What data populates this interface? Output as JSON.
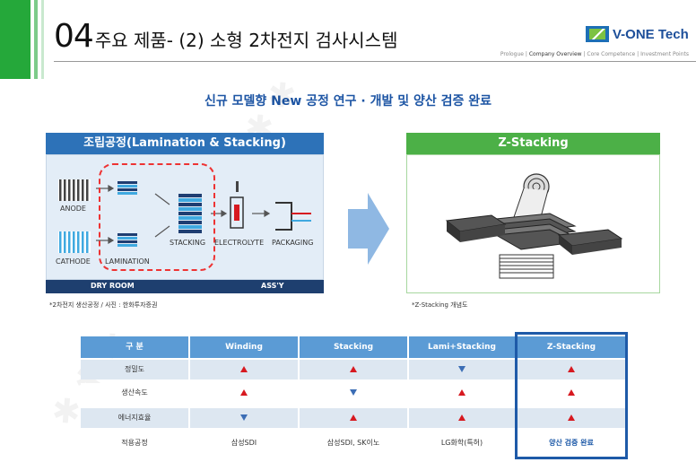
{
  "header": {
    "number": "04",
    "title": "주요 제품- (2) 소형 2차전지 검사시스템",
    "logo_text": "V-ONE Tech",
    "nav": [
      "Prologue",
      "Company Overview",
      "Core Competence",
      "Investment Points"
    ],
    "nav_active": "Company Overview",
    "brand_color": "#25a83a"
  },
  "subtitle": "신규 모델향 New 공정 연구 · 개발 및 양산 검증 완료",
  "left_panel": {
    "title": "조립공정(Lamination & Stacking)",
    "labels": {
      "anode": "ANODE",
      "cathode": "CATHODE",
      "lamination": "LAMINATION",
      "stacking": "STACKING",
      "electrolyte": "ELECTROLYTE",
      "packaging": "PACKAGING"
    },
    "footer_left": "DRY ROOM",
    "footer_right": "ASS'Y",
    "caption": "*2차전지 생산공정 / 사진 : 한화투자증권"
  },
  "right_panel": {
    "title": "Z-Stacking",
    "caption": "*Z-Stacking 개념도"
  },
  "table": {
    "headers": [
      "구 분",
      "Winding",
      "Stacking",
      "Lami+Stacking",
      "Z-Stacking"
    ],
    "rows": [
      {
        "label": "정밀도",
        "cells": [
          "up",
          "up",
          "down",
          "up"
        ]
      },
      {
        "label": "생산속도",
        "cells": [
          "up",
          "down",
          "up",
          "up"
        ]
      },
      {
        "label": "에너지효율",
        "cells": [
          "down",
          "up",
          "up",
          "up"
        ]
      }
    ],
    "last_row": {
      "label": "적용공정",
      "cells": [
        "삼성SDI",
        "삼성SDI, SK이노",
        "LG화학(특허)",
        "양산 검증 완료"
      ]
    }
  }
}
